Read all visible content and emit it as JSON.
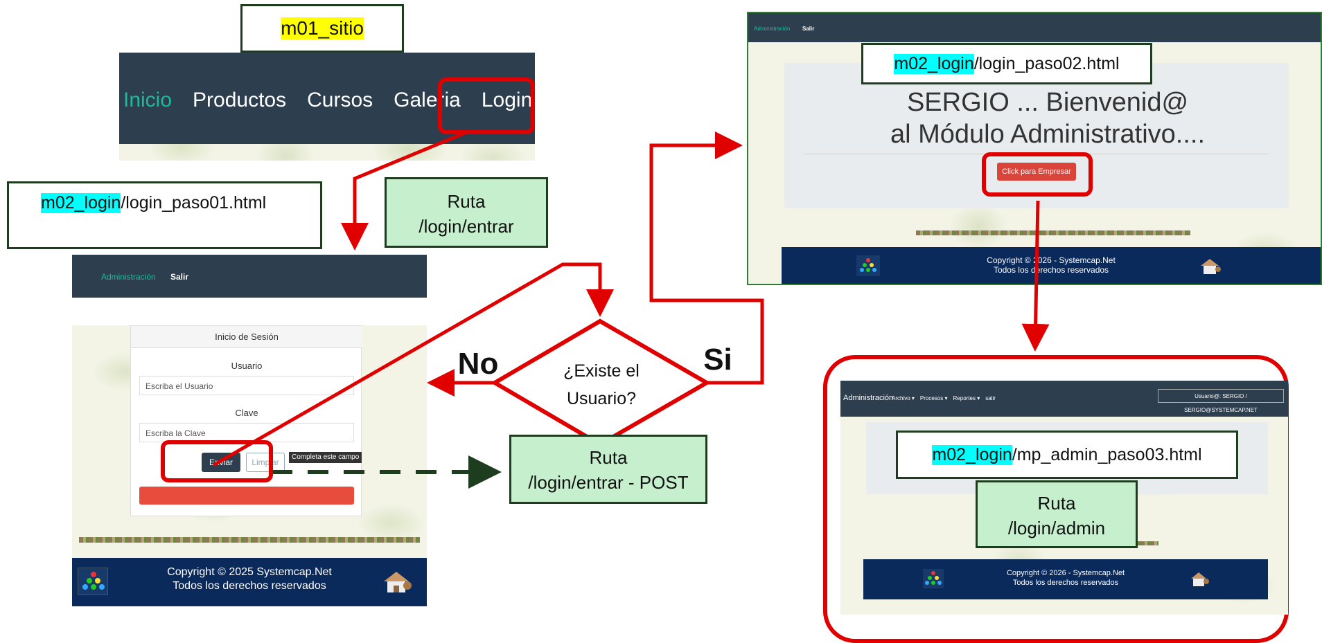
{
  "site": {
    "module_label": "m01_sitio",
    "nav": [
      "Inicio",
      "Productos",
      "Cursos",
      "Galeria",
      "Login"
    ]
  },
  "paso01": {
    "file_prefix": "m02_login",
    "file_suffix": "/login_paso01.html",
    "route_line1": "Ruta",
    "route_line2": "/login/entrar",
    "nav_admin": "Administración",
    "nav_salir": "Salir",
    "form_title": "Inicio de Sesión",
    "user_label": "Usuario",
    "user_placeholder": "Escriba el Usuario",
    "pass_label": "Clave",
    "pass_placeholder": "Escriba la Clave",
    "submit": "Enviar",
    "reset": "Limpiar",
    "tooltip": "Completa este campo",
    "copyright": "Copyright © 2025 Systemcap.Net",
    "rights": "Todos los derechos reservados"
  },
  "decision": {
    "question_line1": "¿Existe el",
    "question_line2": "Usuario?",
    "no": "No",
    "si": "Si",
    "post_route_line1": "Ruta",
    "post_route_line2": "/login/entrar - POST"
  },
  "paso02": {
    "nav_admin": "Administración",
    "nav_salir": "Salir",
    "file_prefix": "m02_login",
    "file_suffix": "/login_paso02.html",
    "welcome_line1": "SERGIO ... Bienvenid@",
    "welcome_line2": "al Módulo Administrativo....",
    "button": "Click para Empresar",
    "copyright": "Copyright © 2026   -   Systemcap.Net",
    "rights": "Todos los derechos reservados"
  },
  "paso03": {
    "nav_admin": "Administración",
    "menu": [
      "Archivo ▾",
      "Procesos ▾",
      "Reportes ▾",
      "salir"
    ],
    "user_badge": "Usuario@: SERGIO  /  SERGIO@SYSTEMCAP.NET",
    "file_prefix": "m02_login",
    "file_suffix": "/mp_admin_paso03.html",
    "route_line1": "Ruta",
    "route_line2": "/login/admin",
    "copyright": "Copyright © 2026   -   Systemcap.Net",
    "rights": "Todos los derechos reservados"
  },
  "colors": {
    "arrow": "#e00000",
    "dashed": "#1e3d1e",
    "route_bg": "#c6efce",
    "navbar": "#2d3e4e",
    "footer": "#0b2a5c"
  }
}
